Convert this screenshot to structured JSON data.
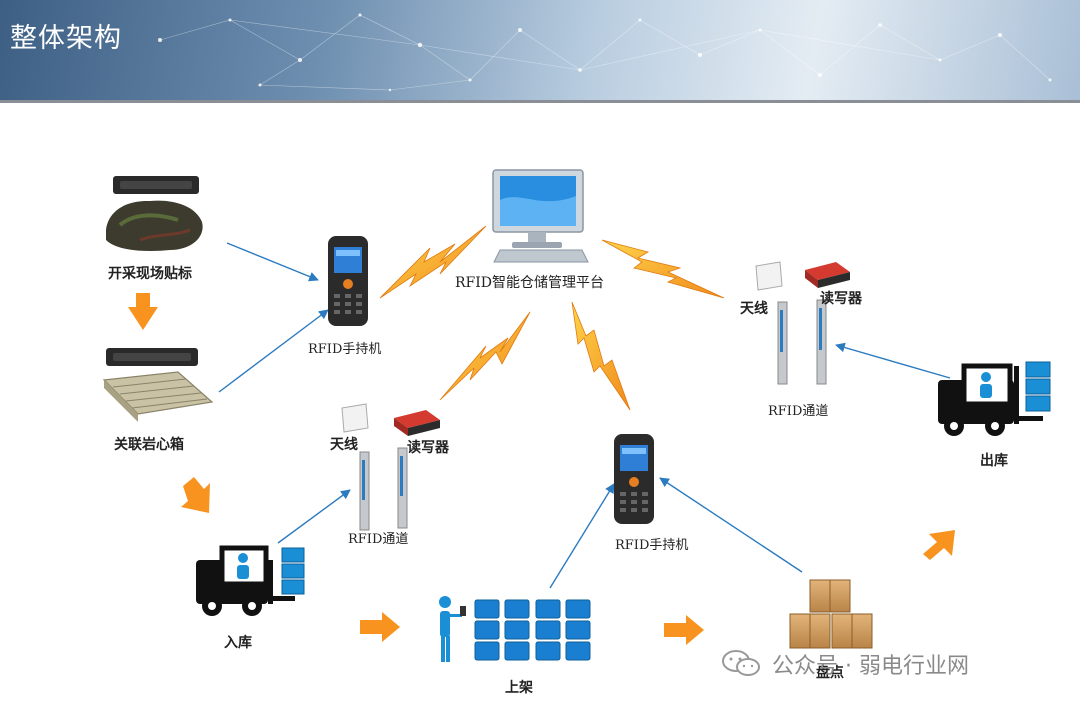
{
  "header": {
    "title": "整体架构"
  },
  "nodes": {
    "mining": "开采现场贴标",
    "core_box": "关联岩心箱",
    "handheld_1": "RFID手持机",
    "platform": "RFID智能仓储管理平台",
    "antenna_1": "天线",
    "reader_1": "读写器",
    "channel_1": "RFID通道",
    "inbound": "入库",
    "shelving": "上架",
    "handheld_2": "RFID手持机",
    "inventory": "盘点",
    "outbound": "出库",
    "antenna_2": "天线",
    "reader_2": "读写器",
    "channel_2": "RFID通道"
  },
  "watermark": {
    "text": "公众号 · 弱电行业网"
  },
  "colors": {
    "flow_arrow": "#f7931e",
    "link_line": "#2b7bc0",
    "lightning": "#f5a623",
    "forklift": "#111111",
    "person": "#1a8fd6"
  }
}
